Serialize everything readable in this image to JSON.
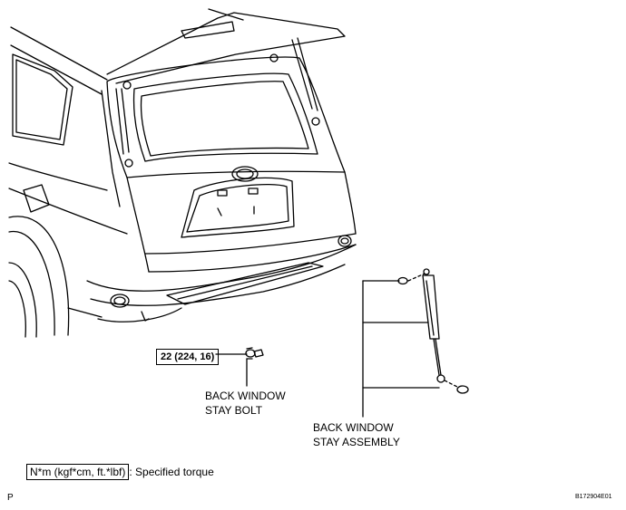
{
  "diagram": {
    "torque_value": "22 (224, 16)",
    "bolt_label_line1": "BACK WINDOW",
    "bolt_label_line2": "STAY BOLT",
    "assembly_label_line1": "BACK WINDOW",
    "assembly_label_line2": "STAY ASSEMBLY",
    "legend_unit": "N*m (kgf*cm, ft.*lbf)",
    "legend_text": ": Specified torque",
    "corner_mark": "P",
    "figure_code": "B172904E01"
  }
}
